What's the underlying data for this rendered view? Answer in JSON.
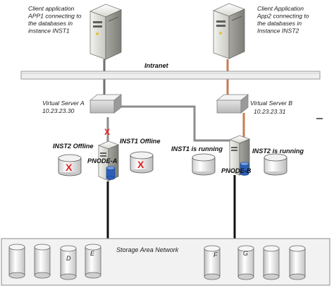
{
  "client1": {
    "caption_lines": [
      "Client application",
      "APP1 connecting to",
      "the databases in",
      "instance INST1"
    ]
  },
  "client2": {
    "caption_lines": [
      "Client Application",
      "App2 connecting to",
      "the databases in",
      "Instance INST2"
    ]
  },
  "network": {
    "label": "Intranet"
  },
  "virtual_server_a": {
    "name": "Virtual Server A",
    "ip": "10.23.23.30"
  },
  "virtual_server_b": {
    "name": "Virtual Server B",
    "ip": "10.23.23.31"
  },
  "node_a": {
    "label": "PNODE-A",
    "inst_left": "INST2 Offline",
    "inst_right": "INST1 Offline",
    "failure_mark": "X"
  },
  "node_b": {
    "label": "PNODE-B",
    "inst_left": "INST1 is running",
    "inst_right": "INST2 is running"
  },
  "san": {
    "label": "Storage Area Network",
    "disk_labels": [
      "D",
      "E",
      "F",
      "G"
    ]
  },
  "colors": {
    "client2_link": "#c97a52",
    "failed": "#e02020",
    "bus": "#999999",
    "db_accent": "#2b5fb8"
  },
  "icons": [
    "server-tower-icon",
    "network-switch-icon",
    "database-disk-icon",
    "failure-x-icon"
  ]
}
